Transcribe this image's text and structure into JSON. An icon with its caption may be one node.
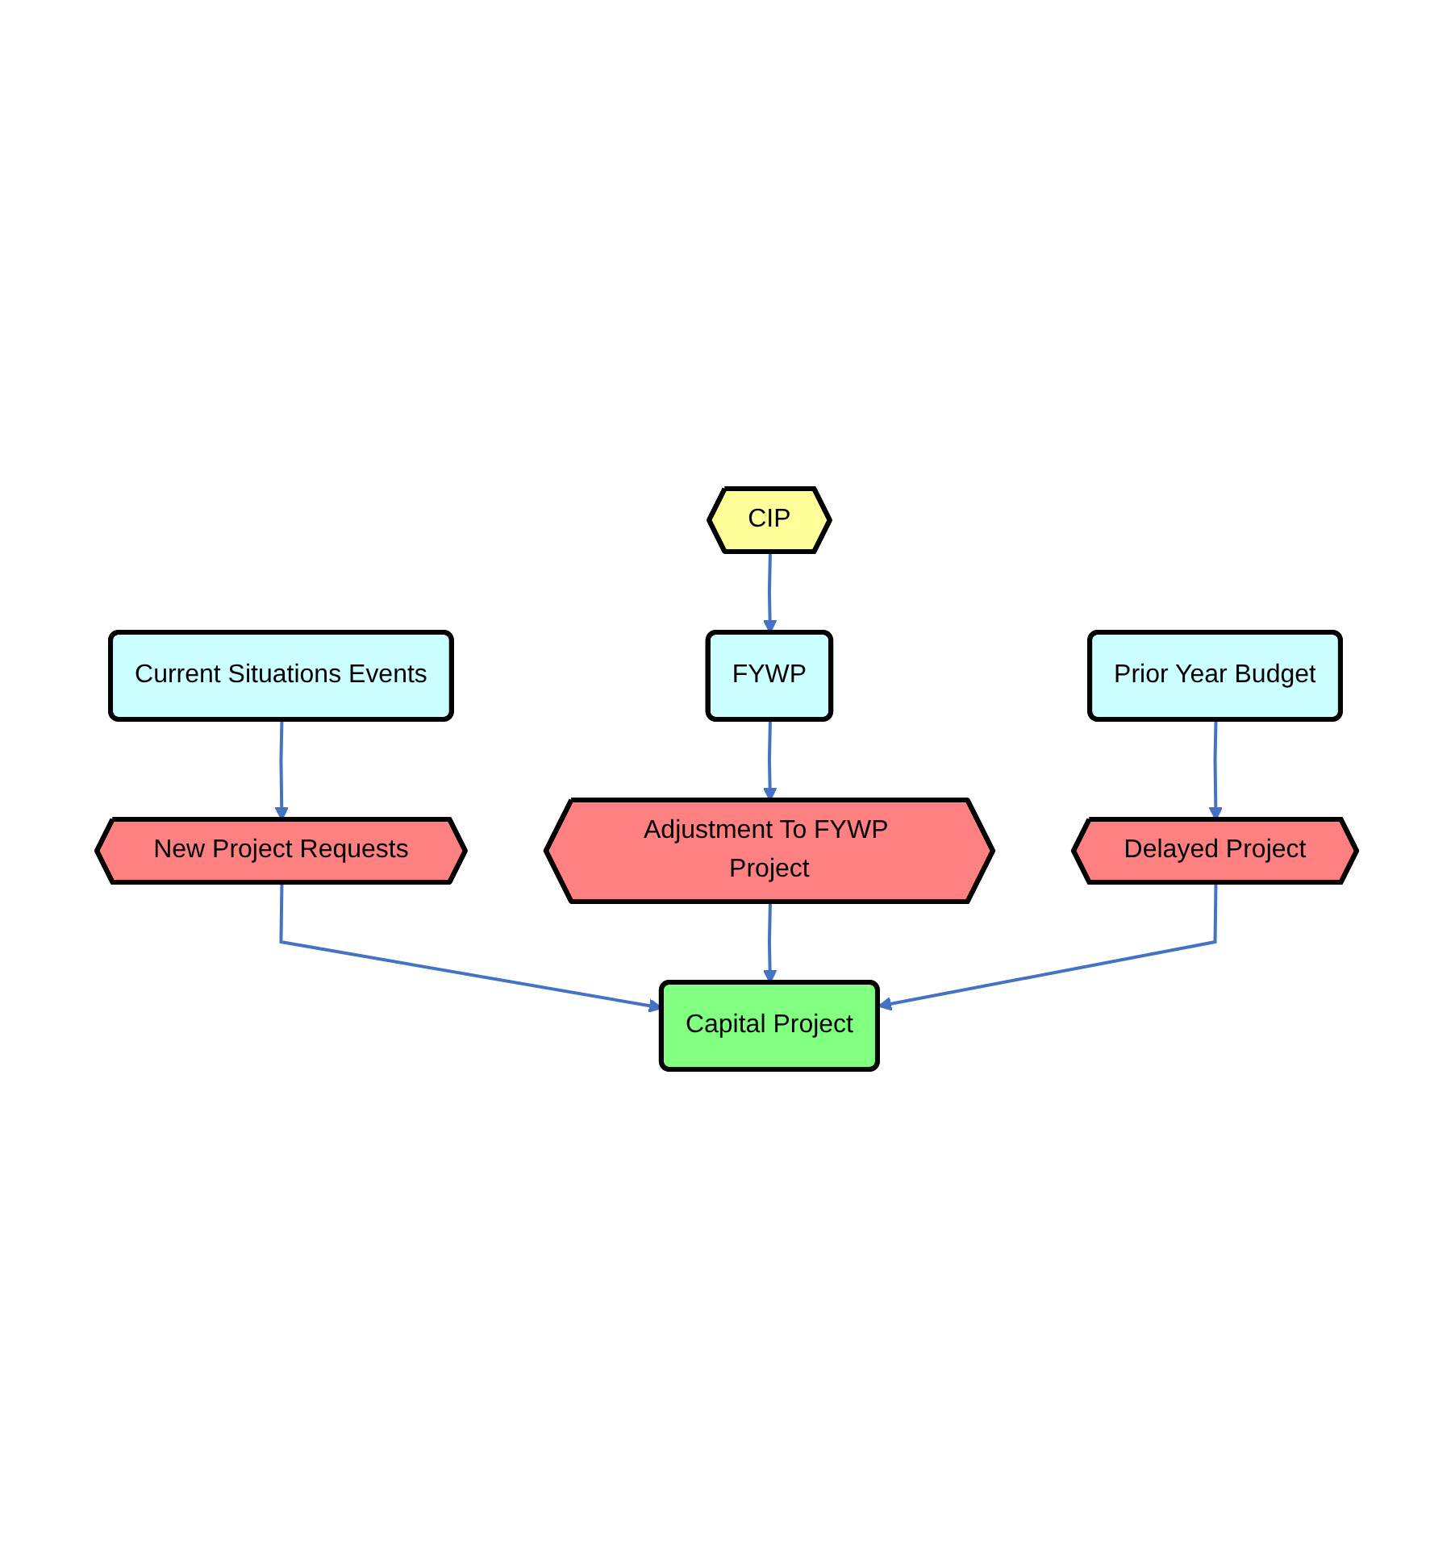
{
  "diagram": {
    "nodes": [
      {
        "text": [
          "CIP"
        ]
      },
      {
        "text": [
          "Current Situations Events"
        ]
      },
      {
        "text": [
          "FYWP"
        ]
      },
      {
        "text": [
          "Prior Year Budget"
        ]
      },
      {
        "text": [
          "New Project Requests"
        ]
      },
      {
        "text": [
          "Adjustment To FYWP Project"
        ]
      },
      {
        "text": [
          "Delayed Project"
        ]
      },
      {
        "text": [
          "Capital Project"
        ]
      }
    ],
    "edges": [
      {
        "from": 0,
        "to": 2,
        "arrow": "to"
      },
      {
        "from": 1,
        "to": 4,
        "arrow": "to"
      },
      {
        "from": 2,
        "to": 5,
        "arrow": "to"
      },
      {
        "from": 3,
        "to": 6,
        "arrow": "to"
      },
      {
        "from": 4,
        "to": 7,
        "arrow": "to"
      },
      {
        "from": 5,
        "to": 7,
        "arrow": "to"
      },
      {
        "from": 6,
        "to": 7,
        "arrow": "to"
      }
    ]
  }
}
